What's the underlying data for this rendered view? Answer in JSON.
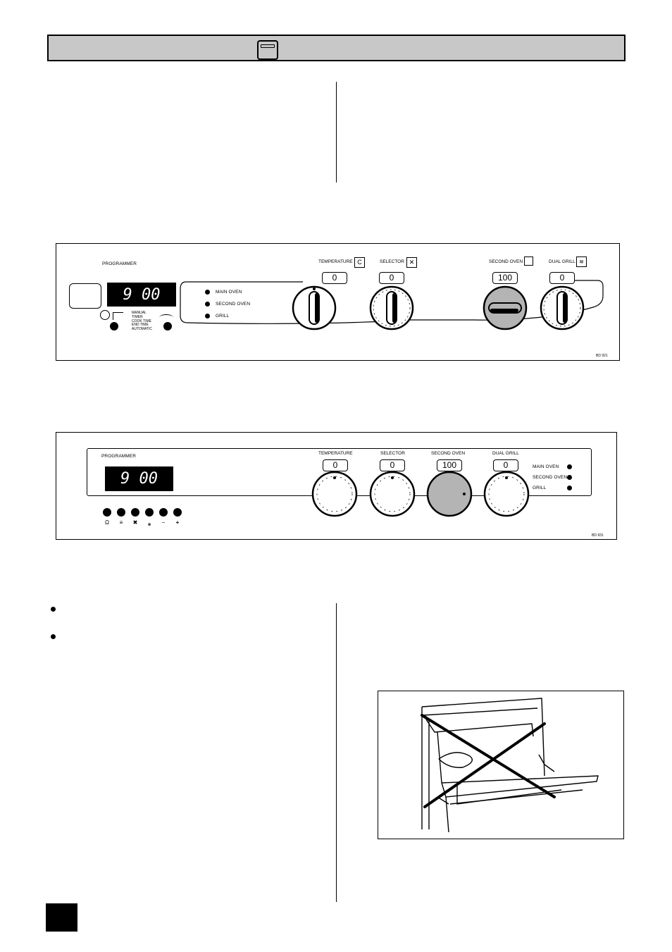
{
  "header": {
    "icon": "oven-icon"
  },
  "panel1": {
    "programmer_label": "PROGRAMMER",
    "display": "9 00",
    "indicators": [
      "MAIN OVEN",
      "SECOND OVEN",
      "GRILL"
    ],
    "modes": [
      "MANUAL",
      "TIMER",
      "COOK TIME",
      "END TIME",
      "AUTOMATIC"
    ],
    "knobs": [
      {
        "label": "TEMPERATURE",
        "icon": "celsius-icon",
        "value": "0"
      },
      {
        "label": "SELECTOR",
        "icon": "selector-icon",
        "value": "0"
      },
      {
        "label": "SECOND OVEN",
        "icon": "second-oven-icon",
        "value": "100"
      },
      {
        "label": "DUAL GRILL",
        "icon": "grill-icon",
        "value": "0"
      }
    ],
    "ref": "BD 921"
  },
  "panel2": {
    "programmer_label": "PROGRAMMER",
    "display": "9 00",
    "knobs": [
      {
        "label": "TEMPERATURE",
        "value": "0"
      },
      {
        "label": "SELECTOR",
        "value": "0"
      },
      {
        "label": "SECOND OVEN",
        "value": "100"
      },
      {
        "label": "DUAL GRILL",
        "value": "0"
      }
    ],
    "indicators": [
      "MAIN OVEN",
      "SECOND OVEN",
      "GRILL"
    ],
    "buttons": [
      "bell-icon",
      "cook-time-icon",
      "end-time-icon",
      "manual-icon",
      "minus-icon",
      "plus-icon"
    ],
    "button_symbols": [
      "Ω",
      "≡",
      "✖",
      "๑",
      "−",
      "+"
    ],
    "ref": "BD 931"
  },
  "colors": {
    "header": "#c8c8c8",
    "second_oven_knob": "#b4b4b4"
  }
}
